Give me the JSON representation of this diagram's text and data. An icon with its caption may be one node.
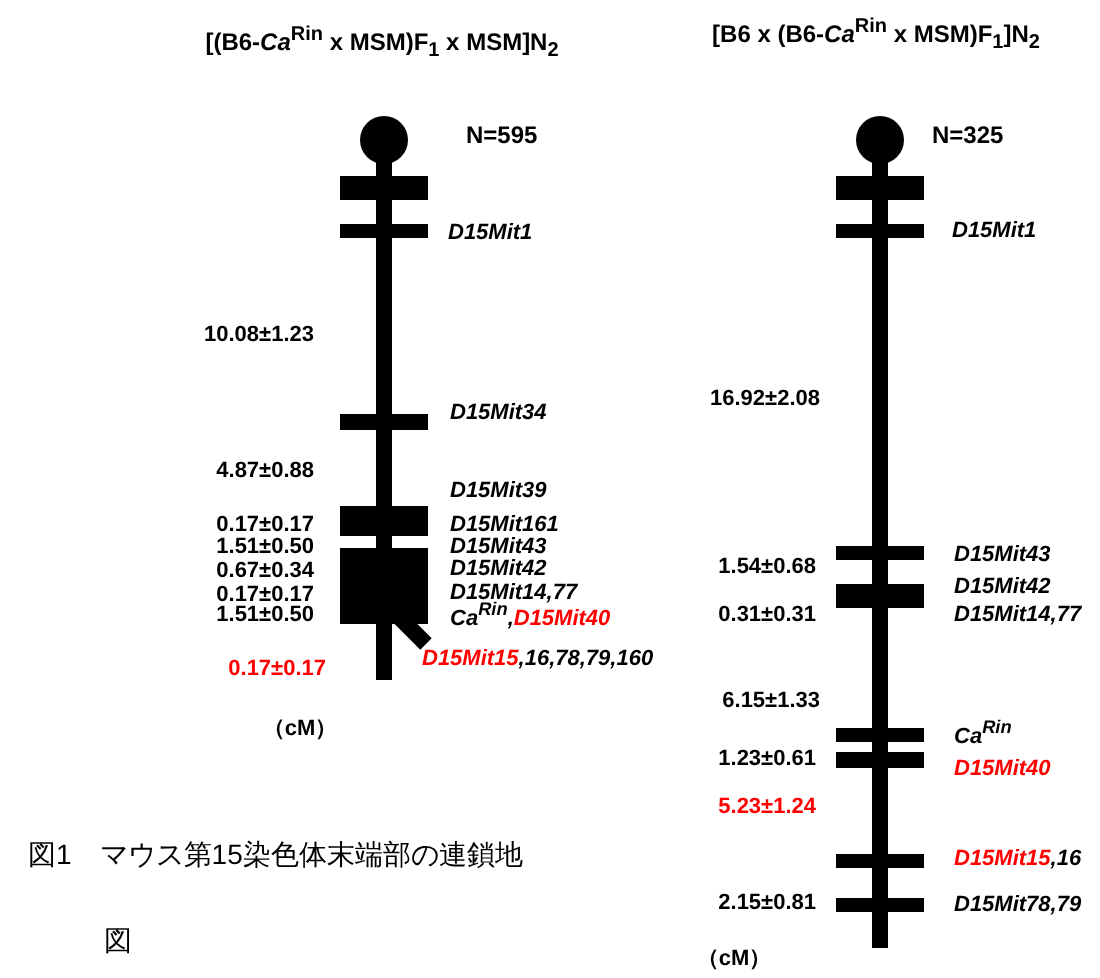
{
  "diagram": {
    "caption": "図1　マウス第15染色体末端部の連鎖地図",
    "labels": [
      "[(B6-*Ca*$^{Rin}$ x MSM)F$_{1}$ x MSM]N$_{2}$",
      "[B6 x (B6-*Ca*$^{Rin}$ x MSM)F$_{1}$]N$_{2}$",
      "N=595",
      "D15Mit1",
      "10.08±1.23",
      "D15Mit34",
      "4.87±0.88",
      "D15Mit39",
      "0.17±0.17",
      "D15Mit161",
      "1.51±0.50",
      "D15Mit43",
      "0.67±0.34",
      "D15Mit42",
      "0.17±0.17",
      "D15Mit14,77",
      "1.51±0.50",
      "Ca$^{Rin}$,",
      "D15Mit40",
      "0.17±0.17",
      "D15Mit15",
      ",16,78,79,160",
      "（cM）",
      "N=325",
      "D15Mit1",
      "16.92±2.08",
      "D15Mit43",
      "1.54±0.68",
      "D15Mit42",
      "0.31±0.31",
      "D15Mit14,77",
      "6.15±1.33",
      "Ca$^{Rin}$",
      "1.23±0.61",
      "D15Mit40",
      "5.23±1.24",
      "D15Mit15",
      ",16",
      "2.15±0.81",
      "D15Mit78,79",
      "（cM）"
    ]
  }
}
